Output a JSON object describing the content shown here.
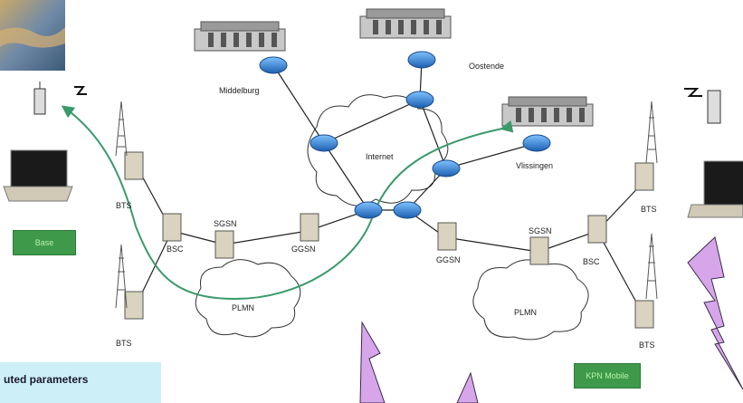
{
  "labels": {
    "middelburg": "Middelburg",
    "oostende": "Oostende",
    "internet": "Internet",
    "vlissingen": "Vlissingen",
    "sgsn_left": "SGSN",
    "sgsn_right": "SGSN",
    "ggsn_left": "GGSN",
    "ggsn_right": "GGSN",
    "bsc_left": "BSC",
    "bsc_right": "BSC",
    "bts_left_top": "BTS",
    "bts_left_bottom": "BTS",
    "bts_right_top": "BTS",
    "bts_right_bottom": "BTS",
    "plmn_left": "PLMN",
    "plmn_right": "PLMN"
  },
  "base_box": "Base",
  "kpn_box": "KPN Mobile",
  "caption": "uted parameters",
  "colors": {
    "router": "#2f7fd0",
    "link": "#222222",
    "path": "#3a9a6a",
    "bolt": "#d7a6ea",
    "green_box": "#3e9a4a",
    "caption_bg": "#cdeff8"
  }
}
